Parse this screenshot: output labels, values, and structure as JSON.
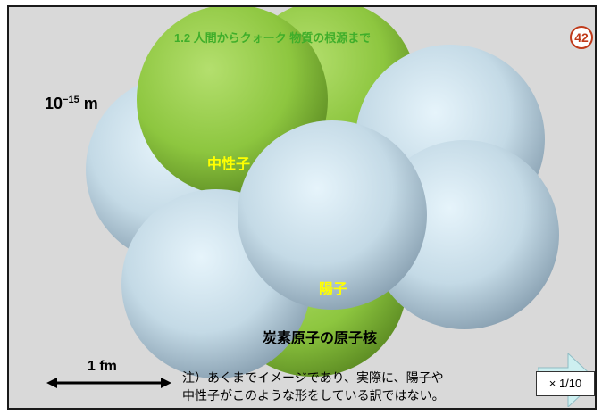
{
  "slide": {
    "title": "1.2 人間からクォーク  物質の根源まで",
    "page_number": "42",
    "scale_base": "10",
    "scale_exponent": "−15",
    "scale_unit": "m",
    "neutron_label": "中性子",
    "proton_label": "陽子",
    "caption": "炭素原子の原子核",
    "scale_bar_label": "1 fm",
    "note_line1": "注）あくまでイメージであり、実際に、陽子や",
    "note_line2": "中性子がこのような形をしている訳ではない。",
    "zoom_label": "× 1/10"
  },
  "colors": {
    "background": "#d9d9d9",
    "neutron": "#8dc63f",
    "proton": "#c9dfea",
    "label_highlight": "#ffff00",
    "title": "#3fae2a",
    "page_badge": "#c03a1a",
    "arrow": "#cdeff0"
  },
  "icons": {
    "scale_bar": "double-headed-arrow-icon",
    "next": "right-arrow-icon"
  }
}
